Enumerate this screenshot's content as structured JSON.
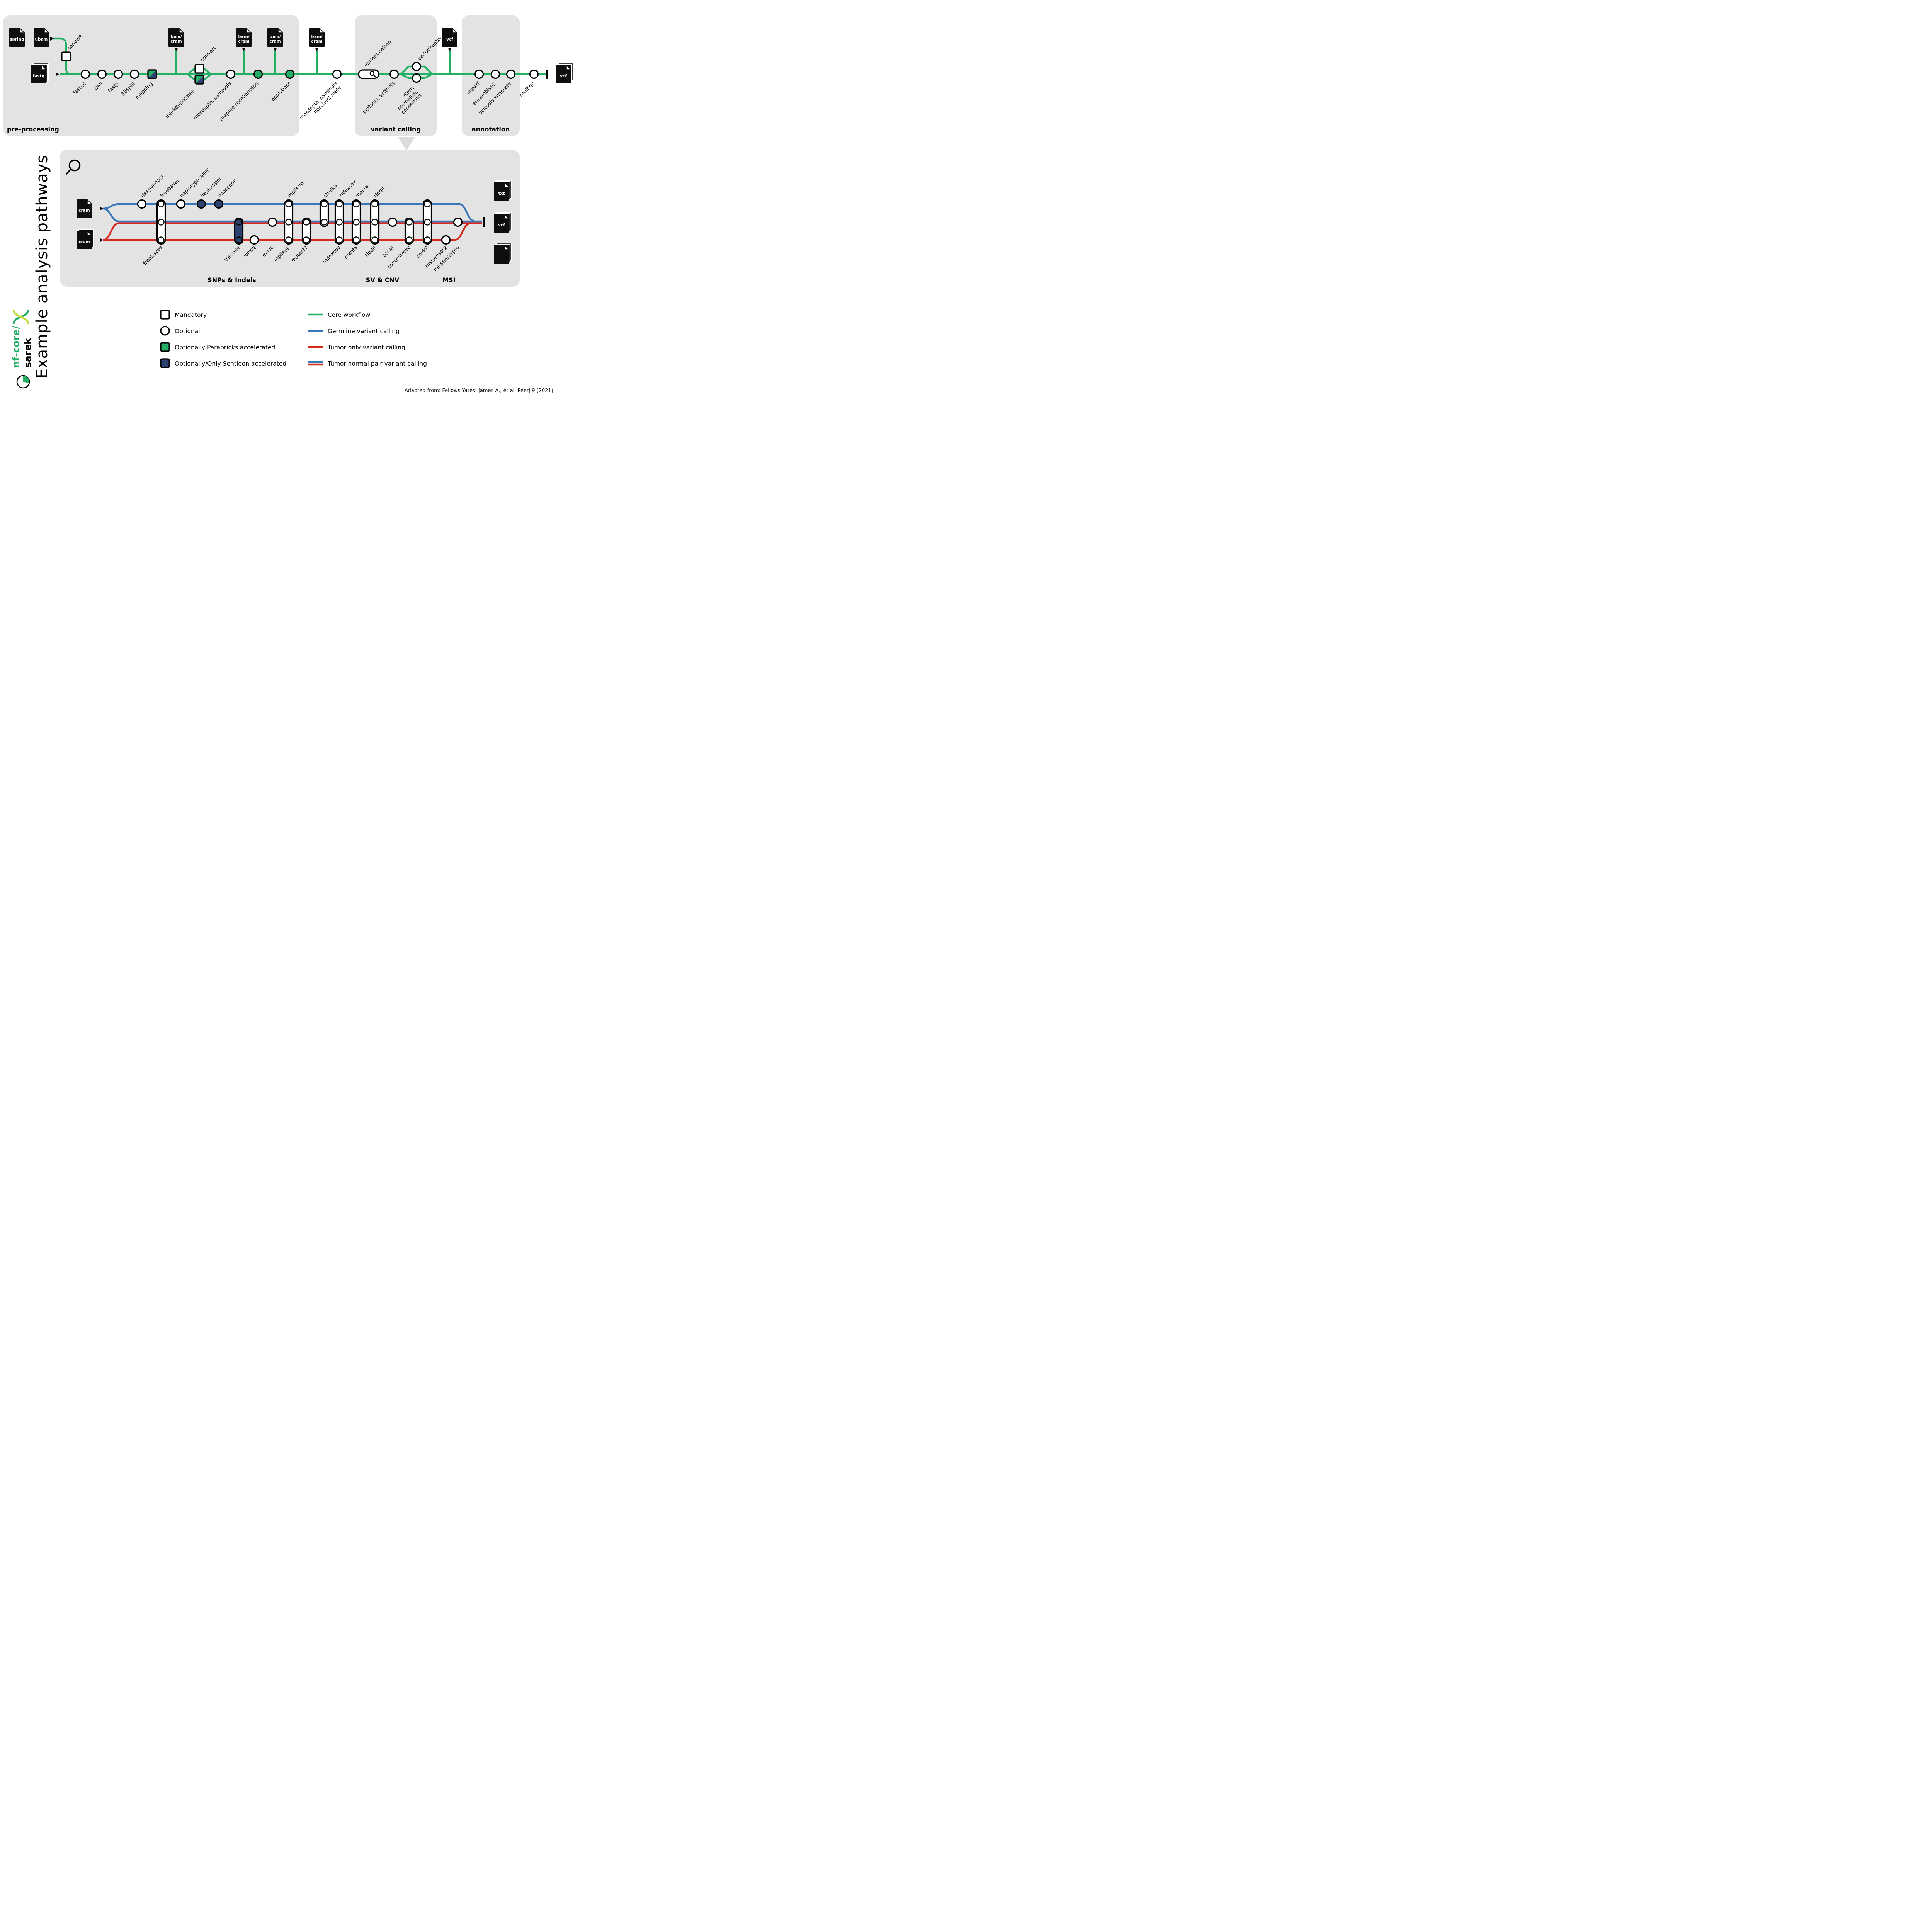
{
  "page_title": "Example analysis pathways",
  "logo": {
    "prefix": "nf-core/",
    "name": "sarek"
  },
  "citation": "Adapted from: Fellows Yates, James A., et al.  PeerJ 9 (2021).",
  "panels": {
    "preprocessing": "pre-processing",
    "variant_calling": "variant calling",
    "annotation": "annotation"
  },
  "core": {
    "above": {
      "convert1": "convert",
      "convert2": "convert",
      "variant_calling": "variant calling",
      "varlociraptor": "varlociraptor"
    },
    "steps": {
      "fastqc": "fastqc",
      "umi": "UMI",
      "fastp": "fastp",
      "bbsplit": "BBsplit",
      "mapping": "mapping",
      "markduplicates": "markduplicates",
      "mosdepth_samtools": "mosdepth, samtools",
      "prepare_recalibration": "prepare recalibration",
      "applybqsr": "applybqsr",
      "qc_line1": "mosdepth, samtools",
      "qc_line2": "ngscheckmate",
      "bcftools_vcftools": "bcftools, vcftools",
      "filter_line1": "filter,",
      "filter_line2": "normalize,",
      "filter_line3": "consensus",
      "snpeff": "snpeff",
      "ensemblvep": "ensemblvep",
      "bcftools_annotate": "bcftools annotate",
      "multiqc": "multiqc"
    }
  },
  "files": {
    "spring": "spring",
    "ubam": "ubam",
    "fastq": "fastq",
    "bam_line1": "bam/",
    "bam_line2": "cram",
    "vcf": "vcf",
    "cram": "cram",
    "txt": "txt",
    "dots": "..."
  },
  "pathways": {
    "top": [
      "deepvariant",
      "freebayes",
      "haplotypecaller",
      "haplotyper",
      "dnascope",
      "mpileup",
      "strelka",
      "indexcov",
      "manta",
      "tiddit"
    ],
    "bottom": [
      "freebayes",
      "tnscope",
      "lofreq",
      "muse",
      "mpileup",
      "mutect2",
      "indexcov",
      "manta",
      "tiddit",
      "ascat",
      "controlfreec",
      "cnvkit",
      "msisensor2",
      "msisensorpro"
    ],
    "sections": [
      "SNPs & Indels",
      "SV & CNV",
      "MSI"
    ]
  },
  "legend": {
    "nodes": [
      "Mandatory",
      "Optional",
      "Optionally Parabricks accelerated",
      "Optionally/Only Sentieon accelerated"
    ],
    "lines": [
      "Core workflow",
      "Germline variant calling",
      "Tumor only variant calling",
      "Tumor-normal pair variant calling"
    ]
  },
  "colors": {
    "core": "#24B064",
    "germline": "#3B76B8",
    "tumor": "#D42A20",
    "sentieon": "#2E4272",
    "panel": "#E3E3E3"
  }
}
